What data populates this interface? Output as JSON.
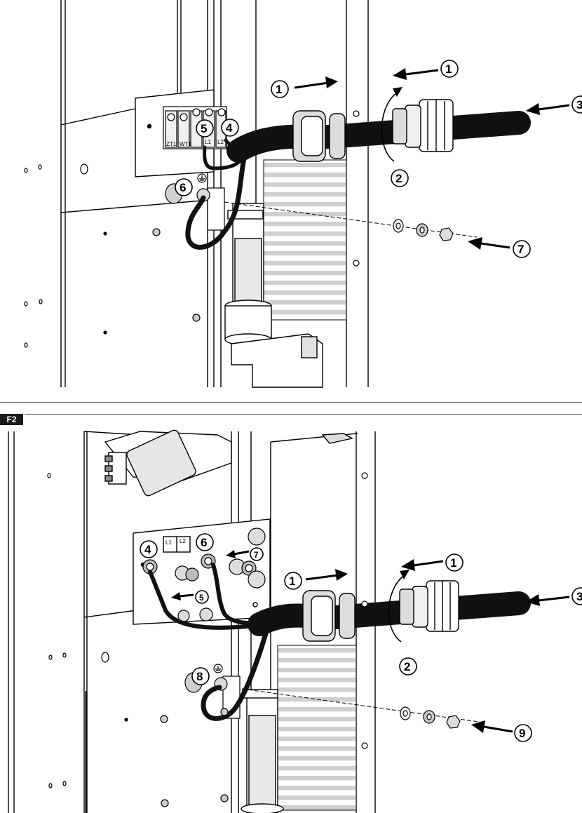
{
  "figure_2": {
    "label": "F2"
  },
  "top_callouts": {
    "c1a": "1",
    "c1b": "1",
    "c2": "2",
    "c3": "3",
    "c4": "4",
    "c5": "5",
    "c6": "6",
    "c7": "7"
  },
  "top_terminals": {
    "t1": "ZT1",
    "t2": "WT1",
    "t3": "L1",
    "t4": "L2"
  },
  "bottom_callouts": {
    "c1a": "1",
    "c1b": "1",
    "c2": "2",
    "c3": "3",
    "c4": "4",
    "c5": "5",
    "c6": "6",
    "c7": "7",
    "c8": "8",
    "c9": "9"
  },
  "bottom_terminals": {
    "t1": "L1",
    "t2": "L2"
  },
  "colors": {
    "line": "#000000",
    "cable": "#111111",
    "fill": "#ffffff",
    "shade": "#d9d9d9"
  }
}
